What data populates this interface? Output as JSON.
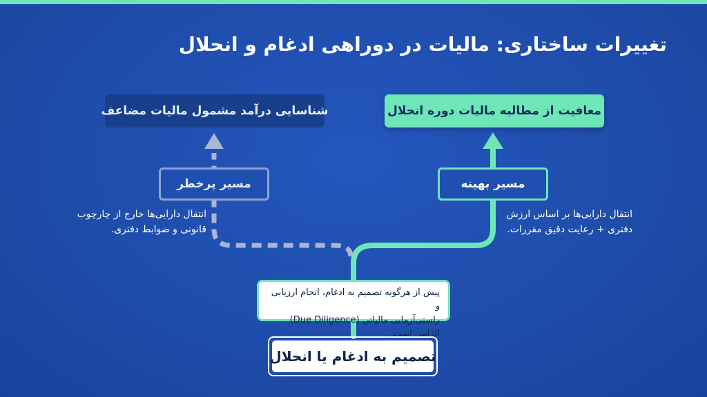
{
  "title": "تغییرات ساختاری: مالیات در دوراهی ادغام و انحلال",
  "top_boxes": {
    "exemption": "معافیت از مطالبه مالیات دوره انحلال",
    "double_tax": "شناسایی درآمد مشمول مالیات مضاعف"
  },
  "paths": {
    "optimal": {
      "label": "مسیر بهینه",
      "note_line1": "انتقال دارایی‌ها بر اساس ارزش",
      "note_line2": "دفتری + رعایت دقیق مقررات."
    },
    "risky": {
      "label": "مسیر پرخطر",
      "note_line1": "انتقال دارایی‌ها خارج از چارچوب",
      "note_line2": "قانونی و ضوابط دفتری."
    }
  },
  "callout": {
    "line1": "پیش از هرگونه تصمیم به ادغام، انجام ارزیابی و",
    "line2": "راستی‌آزمایی مالیاتی (Due Diligence) الزامی است."
  },
  "decision": "تصمیم به ادغام یا انحلال",
  "colors": {
    "background": "#1f4fb0",
    "accent": "#6ee6b8",
    "risky_dash": "#a9b6d4",
    "dark_box": "#173f8c"
  }
}
